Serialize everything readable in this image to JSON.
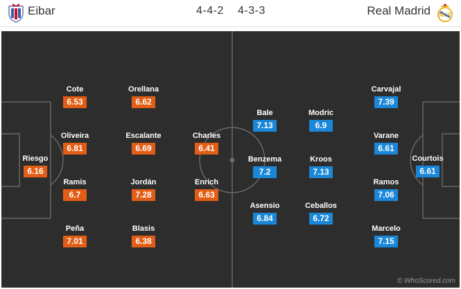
{
  "match": {
    "home": {
      "name": "Eibar",
      "formation": "4-4-2",
      "color": "#e25d15",
      "crest_icon": "eibar-crest-icon"
    },
    "away": {
      "name": "Real Madrid",
      "formation": "4-3-3",
      "color": "#1a87d8",
      "crest_icon": "real-madrid-crest-icon"
    }
  },
  "home_players": [
    {
      "name": "Riesgo",
      "rating": "6.16"
    },
    {
      "name": "Cote",
      "rating": "6.53"
    },
    {
      "name": "Oliveira",
      "rating": "6.81"
    },
    {
      "name": "Ramis",
      "rating": "6.7"
    },
    {
      "name": "Peña",
      "rating": "7.01"
    },
    {
      "name": "Orellana",
      "rating": "6.62"
    },
    {
      "name": "Escalante",
      "rating": "6.69"
    },
    {
      "name": "Jordán",
      "rating": "7.28"
    },
    {
      "name": "Blasis",
      "rating": "6.38"
    },
    {
      "name": "Charles",
      "rating": "6.41"
    },
    {
      "name": "Enrich",
      "rating": "6.63"
    }
  ],
  "away_players": [
    {
      "name": "Courtois",
      "rating": "6.61"
    },
    {
      "name": "Carvajal",
      "rating": "7.39"
    },
    {
      "name": "Varane",
      "rating": "6.61"
    },
    {
      "name": "Ramos",
      "rating": "7.06"
    },
    {
      "name": "Marcelo",
      "rating": "7.15"
    },
    {
      "name": "Modric",
      "rating": "6.9"
    },
    {
      "name": "Kroos",
      "rating": "7.13"
    },
    {
      "name": "Ceballos",
      "rating": "6.72"
    },
    {
      "name": "Bale",
      "rating": "7.13"
    },
    {
      "name": "Benzema",
      "rating": "7.2"
    },
    {
      "name": "Asensio",
      "rating": "6.84"
    }
  ],
  "watermark": "© WhoScored.com"
}
